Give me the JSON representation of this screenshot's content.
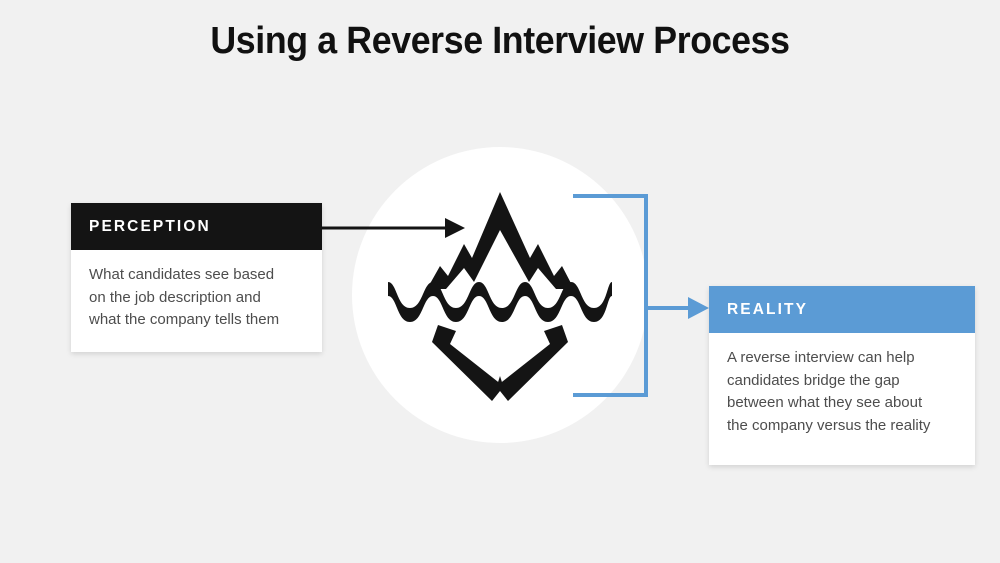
{
  "page": {
    "title": "Using a Reverse Interview Process",
    "background_color": "#f1f1f1"
  },
  "colors": {
    "accent_blue": "#5b9bd5",
    "header_black": "#141414",
    "body_text": "#4d4d4d",
    "title_text": "#111111",
    "card_background": "#ffffff"
  },
  "center": {
    "icon_name": "iceberg-icon",
    "icon_description": "iceberg with mountain peak above a wavy waterline and large submerged mass below",
    "icon_color": "#141414",
    "circle_color": "#ffffff"
  },
  "perception_card": {
    "header_label": "PERCEPTION",
    "header_color": "#141414",
    "body_lines": [
      "What candidates see based",
      "on the job description and",
      "what the company tells them"
    ]
  },
  "reality_card": {
    "header_label": "REALITY",
    "header_color": "#5b9bd5",
    "body_lines": [
      "A reverse interview can help",
      "candidates bridge the gap",
      "between what they see about",
      "the company versus the reality"
    ]
  },
  "connectors": {
    "perception_arrow": {
      "name": "perception-to-iceberg-arrow",
      "color": "#141414"
    },
    "reality_bracket": {
      "name": "iceberg-bracket",
      "color": "#5b9bd5"
    },
    "reality_arrow": {
      "name": "iceberg-to-reality-arrow",
      "color": "#5b9bd5"
    }
  }
}
